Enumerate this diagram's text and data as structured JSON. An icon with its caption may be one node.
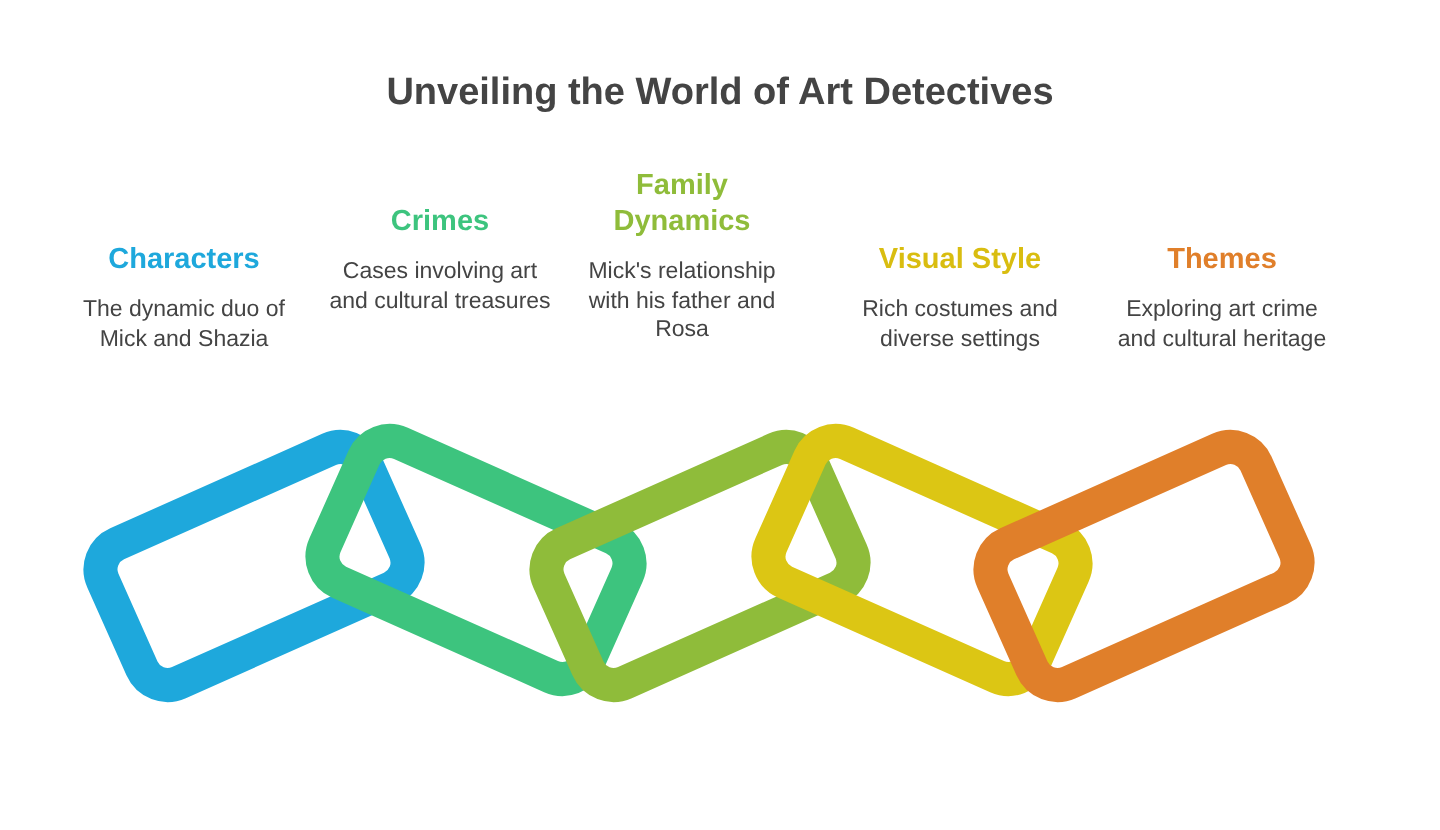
{
  "diagram": {
    "title": "Unveiling the World of Art Detectives",
    "nodes": [
      {
        "text": [
          "Characters",
          "The dynamic duo of Mick and Shazia"
        ]
      },
      {
        "text": [
          "Crimes",
          "Cases involving art and cultural treasures"
        ]
      },
      {
        "text": [
          "Family Dynamics",
          "Mick's relationship with his father and Rosa"
        ]
      },
      {
        "text": [
          "Visual Style",
          "Rich costumes and diverse settings"
        ]
      },
      {
        "text": [
          "Themes",
          "Exploring art crime and cultural heritage"
        ]
      }
    ]
  }
}
